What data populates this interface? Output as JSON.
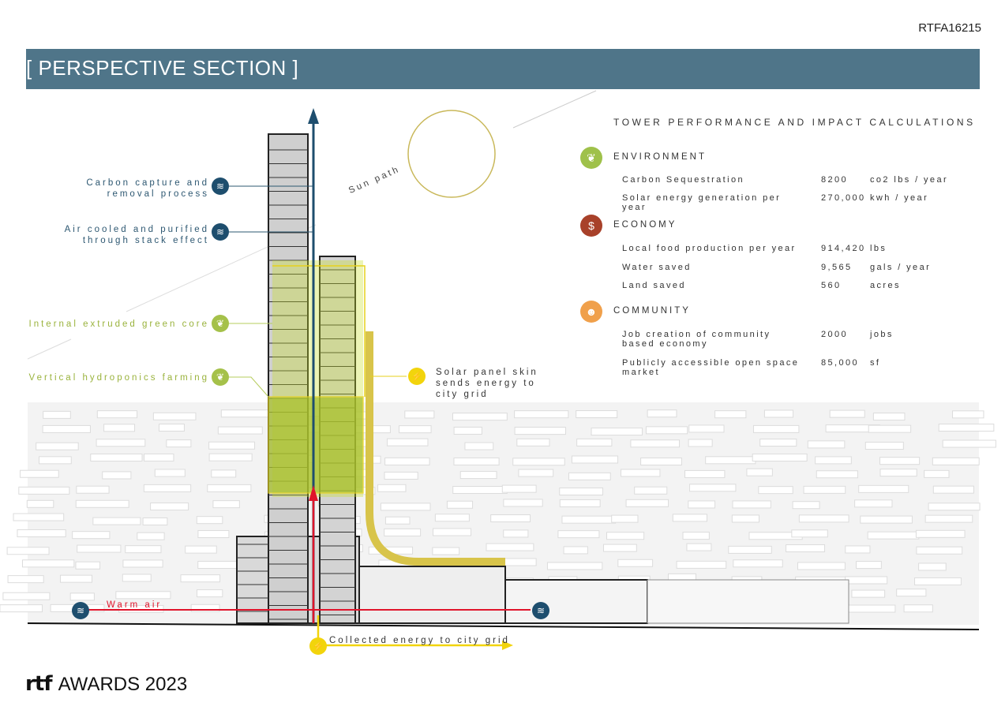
{
  "doc_code": "RTFA16215",
  "header": {
    "title": "[ PERSPECTIVE SECTION ]"
  },
  "annotations": {
    "carbon_capture": "Carbon capture and removal process",
    "air_cooled": "Air cooled and purified through stack effect",
    "green_core": "Internal extruded green core",
    "hydroponics": "Vertical hydroponics farming",
    "solar_skin": "Solar panel skin sends energy to city grid",
    "sun_path": "Sun path",
    "warm_air": "Warm air",
    "collected_energy": "Collected energy to city grid"
  },
  "performance": {
    "title": "TOWER PERFORMANCE AND IMPACT CALCULATIONS",
    "sections": [
      {
        "heading": "ENVIRONMENT",
        "icon": "leaf-icon",
        "color": "#9fc14a",
        "rows": [
          {
            "name": "Carbon Sequestration",
            "value": "8200",
            "unit": "co2 lbs / year"
          },
          {
            "name": "Solar energy generation per year",
            "value": "270,000",
            "unit": "kwh / year"
          }
        ]
      },
      {
        "heading": "ECONOMY",
        "icon": "money-hands-icon",
        "color": "#a8412a",
        "rows": [
          {
            "name": "Local food production per year",
            "value": "914,420",
            "unit": "lbs"
          },
          {
            "name": "Water saved",
            "value": "9,565",
            "unit": "gals / year"
          },
          {
            "name": "Land saved",
            "value": "560",
            "unit": "acres"
          }
        ]
      },
      {
        "heading": "COMMUNITY",
        "icon": "people-icon",
        "color": "#f0a04b",
        "rows": [
          {
            "name": "Job creation of community based economy",
            "value": "2000",
            "unit": "jobs"
          },
          {
            "name": "Publicly accessible open space market",
            "value": "85,000",
            "unit": "sf"
          }
        ]
      }
    ]
  },
  "footer": {
    "logo": "rtf",
    "text": "AWARDS 2023"
  },
  "colors": {
    "header": "#4f7589",
    "blue": "#1e4e6e",
    "green": "#a5c14a",
    "yellow": "#f2d40c",
    "red": "#e0142b"
  }
}
